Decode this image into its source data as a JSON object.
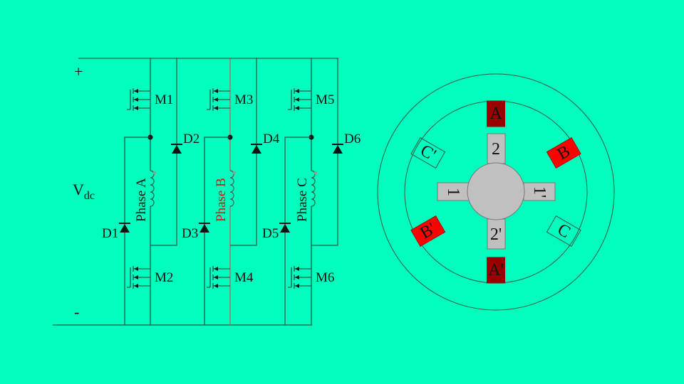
{
  "colors": {
    "background": "#00ffbf",
    "wire": "#2a5a4a",
    "phase_b_wire": "#c06060",
    "phase_b_label": "#e01010",
    "stator_active_dark": "#9b0000",
    "stator_active_red": "#ff0000",
    "rotor": "#c0c0c0"
  },
  "circuit": {
    "plus_label": "+",
    "minus_label": "-",
    "vdc_label": "V",
    "vdc_sub": "dc",
    "mosfets": [
      "M1",
      "M2",
      "M3",
      "M4",
      "M5",
      "M6"
    ],
    "diodes": [
      "D1",
      "D2",
      "D3",
      "D4",
      "D5",
      "D6"
    ],
    "phases": [
      {
        "label": "Phase A",
        "highlight": false
      },
      {
        "label": "Phase B",
        "highlight": true
      },
      {
        "label": "Phase C",
        "highlight": false
      }
    ]
  },
  "motor": {
    "stator_poles": [
      {
        "label": "A",
        "state": "energized-dark"
      },
      {
        "label": "A'",
        "state": "energized-dark"
      },
      {
        "label": "B",
        "state": "energized"
      },
      {
        "label": "B'",
        "state": "energized"
      },
      {
        "label": "C",
        "state": "off"
      },
      {
        "label": "C'",
        "state": "off"
      }
    ],
    "rotor_poles": [
      {
        "label": "1"
      },
      {
        "label": "1'"
      },
      {
        "label": "2"
      },
      {
        "label": "2'"
      }
    ]
  }
}
